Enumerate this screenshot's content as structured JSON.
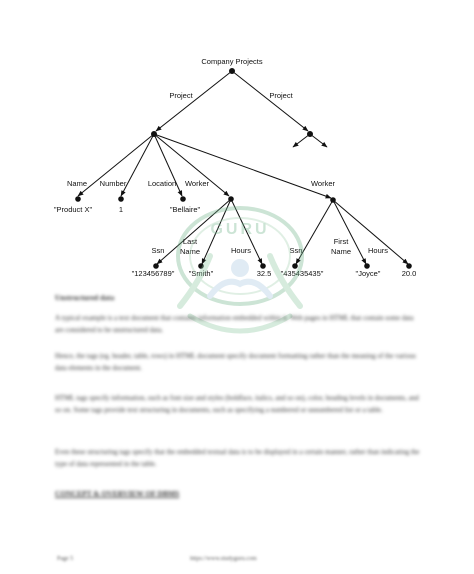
{
  "tree": {
    "root": "Company Projects",
    "edge_project_left": "Project",
    "edge_project_right": "Project",
    "attr_name": "Name",
    "attr_number": "Number",
    "attr_location": "Location",
    "attr_worker_left": "Worker",
    "attr_worker_right": "Worker",
    "val_product": "\"Product X\"",
    "val_number": "1",
    "val_location": "\"Bellaire\"",
    "w1_ssn": "Ssn",
    "w1_lastname_line1": "Last",
    "w1_lastname_line2": "Name",
    "w1_hours": "Hours",
    "w1_ssn_val": "\"123456789\"",
    "w1_lastname_val": "\"Smith\"",
    "w1_hours_val": "32.5",
    "w2_ssn": "Ssn",
    "w2_firstname_line1": "First",
    "w2_firstname_line2": "Name",
    "w2_hours": "Hours",
    "w2_ssn_val": "\"435435435\"",
    "w2_firstname_val": "\"Joyce\"",
    "w2_hours_val": "20.0"
  },
  "watermark": {
    "text": "GURU",
    "color": "#2e8b57"
  },
  "body": {
    "heading1": "Unstructured data",
    "p1": "A typical example is a text document that contains information embedded within it. Web pages in HTML that contain some data are considered to be unstructured data.",
    "p2": "Hence, the tags (eg. header, table, rows) in HTML document specify document formatting rather than the meaning of the various data elements in the document.",
    "p3": "HTML tags specify information, such as font size and styles (boldface, italics, and so on), color, heading levels in documents, and so on. Some tags provide text structuring in documents, such as specifying a numbered or unnumbered list or a table.",
    "p4": "Even these structuring tags specify that the embedded textual data is to be displayed in a certain manner, rather than indicating the type of data represented in the table.",
    "heading2": "CONCEPT & OVERVIEW OF DBMS"
  },
  "footer": {
    "page": "Page 5",
    "url": "https://www.studyguru.com"
  }
}
